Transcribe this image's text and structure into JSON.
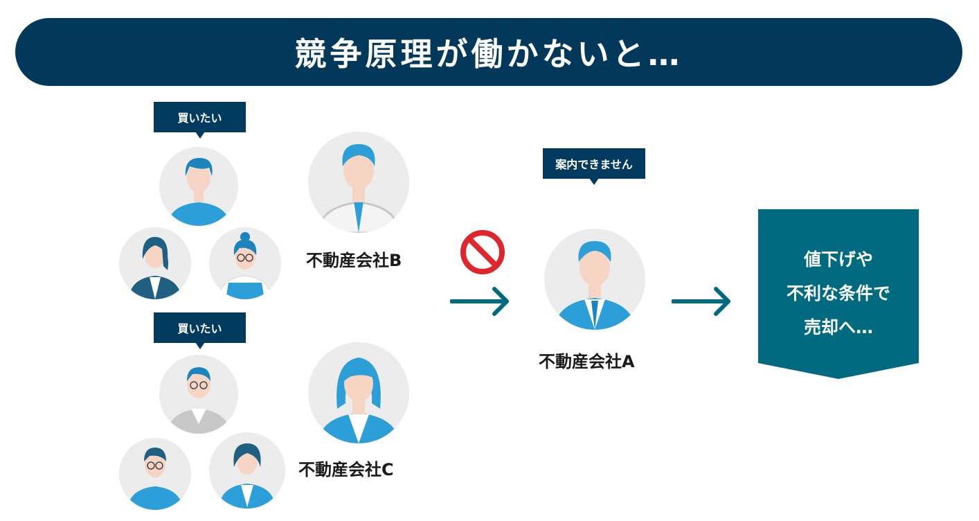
{
  "header": {
    "title": "競争原理が働かないと…"
  },
  "bubbles": {
    "buyers_top": "買いたい",
    "buyers_bottom": "買いたい",
    "agency_a": "案内できません"
  },
  "agencies": {
    "b": "不動産会社B",
    "c": "不動産会社C",
    "a": "不動産会社A"
  },
  "result": {
    "lines": [
      "値下げや",
      "不利な条件で",
      "売却へ…"
    ]
  },
  "colors": {
    "navy": "#02385a",
    "teal": "#006a80",
    "blue": "#2c9ed8",
    "prohibit": "#e0262c",
    "circle_bg": "#ececec"
  },
  "icons": {
    "prohibited": "no-entry-icon",
    "arrow": "arrow-right-icon"
  }
}
